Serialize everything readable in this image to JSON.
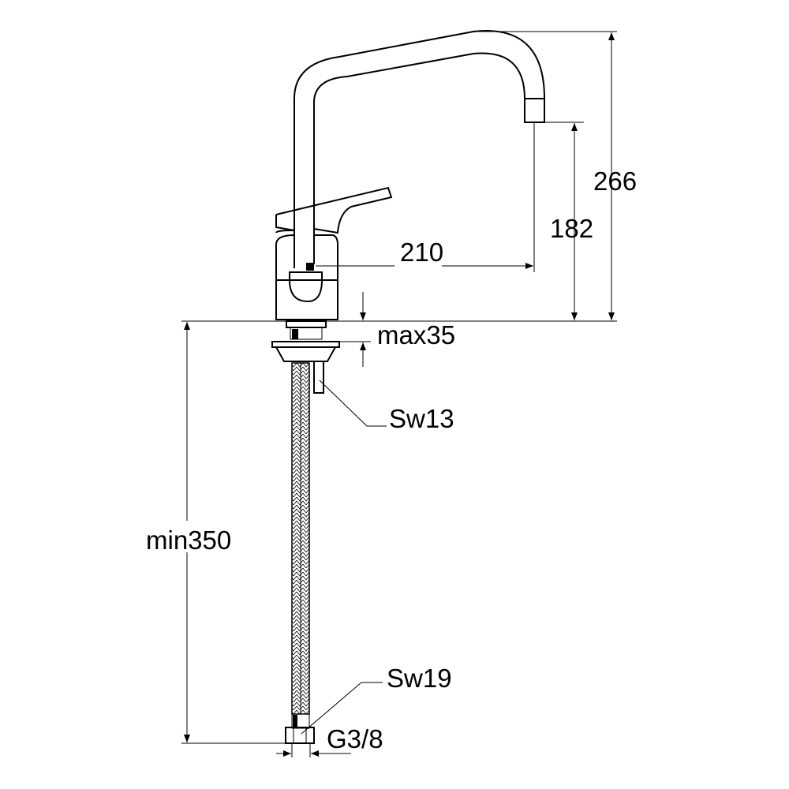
{
  "dimensions": {
    "total_height": "266",
    "spout_height": "182",
    "spout_reach": "210",
    "max_counter_thickness": "max35",
    "min_hose_length": "min350",
    "wrench_size_fixing": "Sw13",
    "wrench_size_connection": "Sw19",
    "thread_size": "G3/8"
  },
  "colors": {
    "line": "#000000",
    "background": "#ffffff"
  }
}
